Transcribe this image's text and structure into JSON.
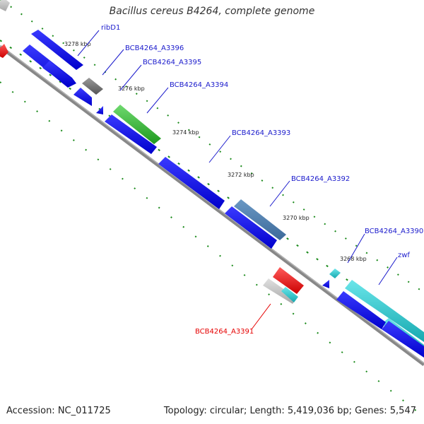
{
  "title": "Bacillus cereus B4264, complete genome",
  "footer": {
    "accession": "Accession: NC_011725",
    "summary": "Topology: circular; Length: 5,419,036 bp; Genes: 5,547"
  },
  "colors": {
    "forward_gene": "#1010ee",
    "reverse_gene": "#1010ee",
    "steelblue_gene": "#4f7fb0",
    "green_gene": "#3db83d",
    "cyan_gene": "#27c6cc",
    "red_gene": "#ee1111",
    "gray_gene": "#7a7a7a",
    "backbone": "#777777",
    "tick": "#1a8a1a",
    "label_line_blue": "#1a1acc",
    "label_line_red": "#e60000"
  },
  "kbp_labels": [
    "3278 kbp",
    "3276 kbp",
    "3274 kbp",
    "3272 kbp",
    "3270 kbp",
    "3268 kbp"
  ],
  "gene_labels": [
    {
      "text": "ribD1",
      "color": "blue"
    },
    {
      "text": "BCB4264_A3396",
      "color": "blue"
    },
    {
      "text": "BCB4264_A3395",
      "color": "blue"
    },
    {
      "text": "BCB4264_A3394",
      "color": "blue"
    },
    {
      "text": "BCB4264_A3393",
      "color": "blue"
    },
    {
      "text": "BCB4264_A3392",
      "color": "blue"
    },
    {
      "text": "BCB4264_A3390",
      "color": "blue"
    },
    {
      "text": "zwf",
      "color": "blue"
    },
    {
      "text": "BCB4264_A3391",
      "color": "red"
    }
  ]
}
